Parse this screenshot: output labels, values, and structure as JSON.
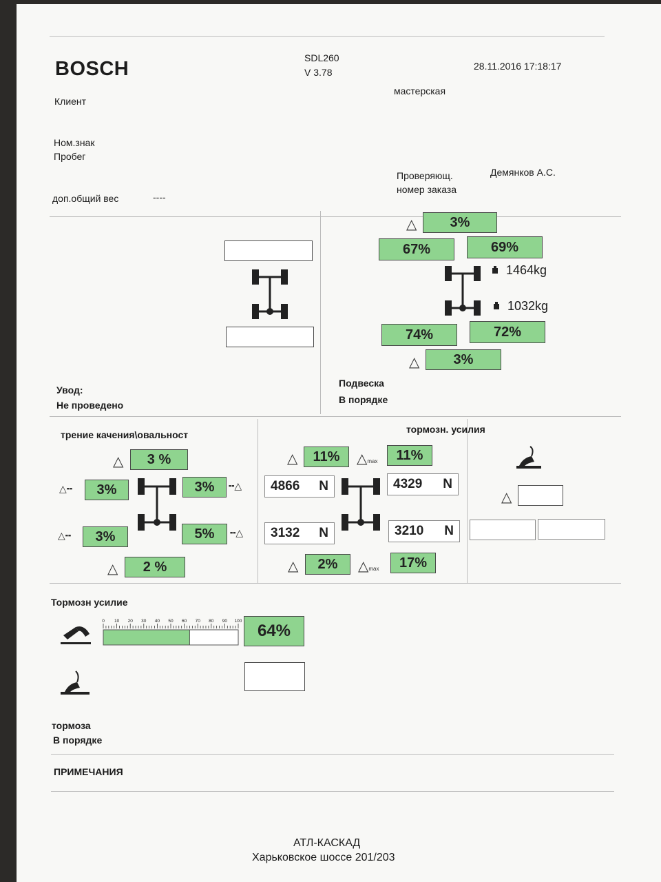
{
  "header": {
    "brand": "BOSCH",
    "model": "SDL260",
    "version": "V 3.78",
    "datetime": "28.11.2016  17:18:17",
    "client_label": "Клиент",
    "workshop_label": "мастерская",
    "plate_label": "Ном.знак",
    "mileage_label": "Пробег",
    "inspector_label": "Проверяющ.",
    "inspector_name": "Демянков А.С.",
    "order_label": "номер заказа",
    "extra_weight_label": "доп.общий вес",
    "extra_weight_value": "----"
  },
  "alignment": {
    "title": "Увод:",
    "status": "Не проведено"
  },
  "suspension": {
    "front_diff": "3%",
    "front_left": "67%",
    "front_right": "69%",
    "front_weight": "1464kg",
    "rear_weight": "1032kg",
    "rear_left": "74%",
    "rear_right": "72%",
    "rear_diff": "3%",
    "title": "Подвеска",
    "status": "В порядке"
  },
  "rolling": {
    "title": "трение качения\\овальност",
    "front_diff": "3  %",
    "front_left": "3%",
    "front_right": "3%",
    "rear_left": "3%",
    "rear_right": "5%",
    "rear_diff": "2  %"
  },
  "brake_forces": {
    "title": "тормозн. усилия",
    "front_diff": "11%",
    "front_max": "11%",
    "front_left": "4866",
    "front_right": "4329",
    "rear_left": "3132",
    "rear_right": "3210",
    "unit": "N",
    "rear_diff": "2%",
    "rear_max": "17%",
    "max_label": "max"
  },
  "pedal_brake": {
    "title": "Тормозн усилие",
    "scale": [
      "0",
      "10",
      "20",
      "30",
      "40",
      "50",
      "60",
      "70",
      "80",
      "90",
      "100"
    ],
    "efficiency": 64,
    "efficiency_label": "64%"
  },
  "footer": {
    "brakes_title": "тормоза",
    "brakes_status": "В порядке",
    "notes_title": "ПРИМЕЧАНИЯ",
    "company": "АТЛ-КАСКАД",
    "address": "Харьковское шоссе 201/203"
  },
  "colors": {
    "ok_green": "#8fd48f",
    "paper": "#f8f8f6",
    "background": "#2c2a28"
  }
}
